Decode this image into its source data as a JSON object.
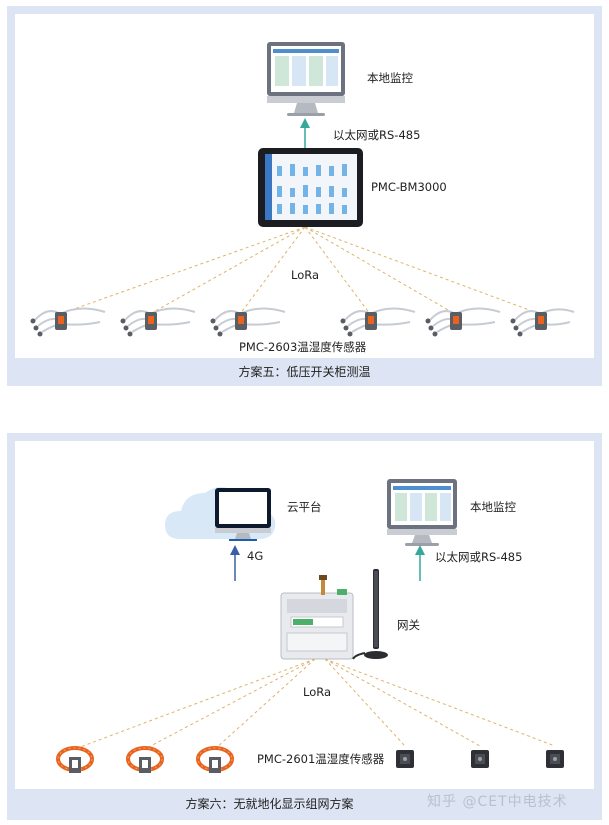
{
  "scheme5": {
    "caption": "方案五：低压开关柜测温",
    "monitor_label": "本地监控",
    "link_label": "以太网或RS-485",
    "device_label": "PMC-BM3000",
    "lora_label": "LoRa",
    "sensor_label": "PMC-2603温湿度传感器"
  },
  "scheme6": {
    "caption": "方案六：无就地化显示组网方案",
    "cloud_label": "云平台",
    "monitor_label": "本地监控",
    "cloud_link_label": "4G",
    "monitor_link_label": "以太网或RS-485",
    "gateway_label": "网关",
    "lora_label": "LoRa",
    "sensor_label": "PMC-2601温湿度传感器"
  },
  "watermark": "知乎 @CET中电技术",
  "colors": {
    "panel_bg": "#dde4f3",
    "lora_line": "#e0b26a",
    "arrow_teal": "#34a89a",
    "arrow_blue": "#3a5fa8",
    "sensor_orange": "#e8641e"
  }
}
